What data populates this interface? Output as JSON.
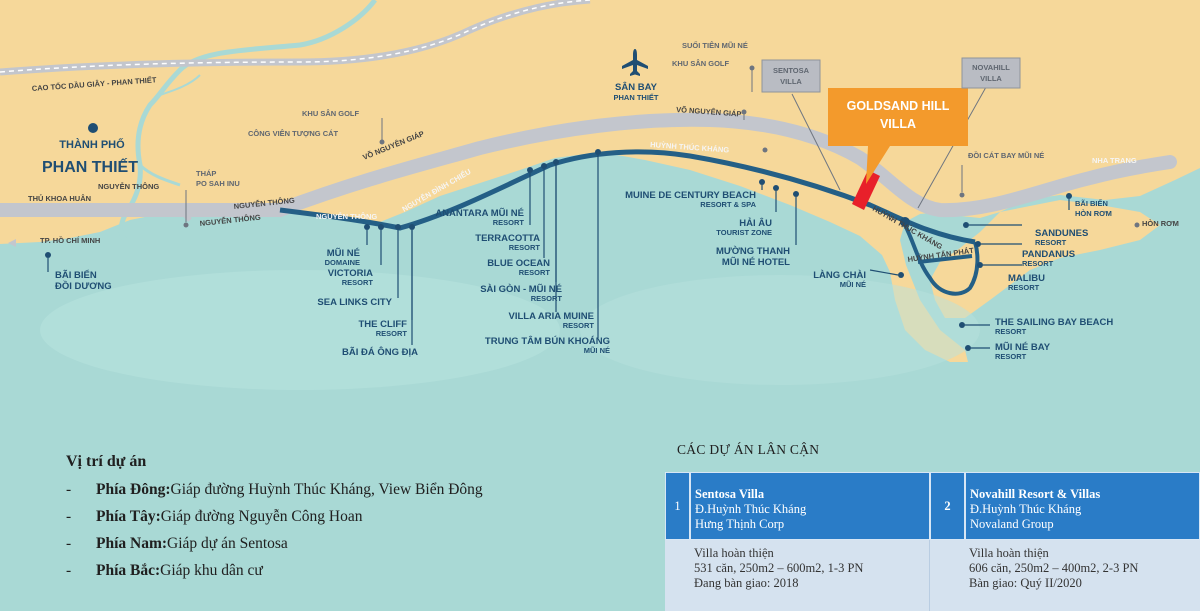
{
  "map": {
    "city": {
      "line1": "THÀNH PHỐ",
      "line2": "PHAN THIẾT"
    },
    "airport": {
      "line1": "SÂN BAY",
      "line2": "PHAN THIẾT"
    },
    "highlight": {
      "line1": "GOLDSAND HILL",
      "line2": "VILLA",
      "color": "#f39a2c"
    },
    "boxes": [
      {
        "line1": "SENTOSA",
        "line2": "VILLA"
      },
      {
        "line1": "NOVAHILL",
        "line2": "VILLA"
      }
    ],
    "roads": {
      "highway": "CAO TỐC DẦU GIÂY - PHAN THIẾT",
      "vo_nguyen_giap_1": "VÕ NGUYÊN GIÁP",
      "vo_nguyen_giap_2": "VÕ NGUYÊN GIÁP",
      "nguyen_thong_1": "NGUYỄN THÔNG",
      "nguyen_thong_2": "NGUYỄN THÔNG",
      "nguyen_thong_3": "NGUYỄN THÔNG",
      "nguyen_thong_4": "NGUYỄN THÔNG",
      "nguyen_dinh_chieu": "NGUYỄN ĐÌNH CHIỂU",
      "huynh_thuc_khang_1": "HUỲNH THÚC KHÁNG",
      "huynh_thuc_khang_2": "HUỲNH THÚC KHÁNG",
      "huynh_tan_phat": "HUỲNH TẤN PHÁT",
      "thu_khoa_huan": "THỦ KHOA HUÂN",
      "tp_hcm": "TP. HỒ CHÍ MINH",
      "nha_trang": "NHA TRANG",
      "hon_rom": "HÒN RƠM"
    },
    "land_labels": {
      "suoi_tien": "SUỐI TIÊN MŨI NÉ",
      "khu_san_golf_e": "KHU SÂN GOLF",
      "khu_san_golf_w": "KHU SÂN GOLF",
      "cong_vien": "CÔNG VIÊN TƯỢNG CÁT",
      "thap_1": "THÁP",
      "thap_2": "PO SAH INU",
      "doi_cat": "ĐỒI CÁT BAY MŨI NÉ"
    },
    "poi": {
      "bai_bien_doi_duong_1": "BÃI BIỂN",
      "bai_bien_doi_duong_2": "ĐỒI DƯƠNG",
      "mui_ne_domaine_1": "MŨI NÉ",
      "mui_ne_domaine_2": "DOMAINE",
      "victoria_1": "VICTORIA",
      "victoria_2": "RESORT",
      "sea_links": "SEA LINKS CITY",
      "the_cliff_1": "THE CLIFF",
      "the_cliff_2": "RESORT",
      "bai_da_ong_dia": "BÃI ĐÁ ÔNG ĐỊA",
      "anantara_1": "ANANTARA MŨI NÉ",
      "anantara_2": "RESORT",
      "terracotta_1": "TERRACOTTA",
      "terracotta_2": "RESORT",
      "blue_ocean_1": "BLUE OCEAN",
      "blue_ocean_2": "RESORT",
      "saigon_muine_1": "SÀI GÒN - MŨI NÉ",
      "saigon_muine_2": "RESORT",
      "villa_aria_1": "VILLA ARIA MUINE",
      "villa_aria_2": "RESORT",
      "trung_tam_1": "TRUNG TÂM BÚN KHOÁNG",
      "trung_tam_2": "MŨI NÉ",
      "muine_de_century_1": "MUINE DE CENTURY BEACH",
      "muine_de_century_2": "RESORT & SPA",
      "hai_au_1": "HẢI ÂU",
      "hai_au_2": "TOURIST ZONE",
      "muong_thanh_1": "MƯỜNG THANH",
      "muong_thanh_2": "MŨI NÉ HOTEL",
      "lang_chai_1": "LÀNG CHÀI",
      "lang_chai_2": "MŨI NÉ",
      "sandunes_1": "SANDUNES",
      "sandunes_2": "RESORT",
      "pandanus_1": "PANDANUS",
      "pandanus_2": "RESORT",
      "malibu_1": "MALIBU",
      "malibu_2": "RESORT",
      "sailing_bay_1": "THE SAILING BAY BEACH",
      "sailing_bay_2": "RESORT",
      "mui_ne_bay_1": "MŨI NÉ BAY",
      "mui_ne_bay_2": "RESORT",
      "bai_bien_hon_rom_1": "BÃI BIỂN",
      "bai_bien_hon_rom_2": "HÒN RƠM"
    },
    "colors": {
      "sand": "#f6d89a",
      "sea": "#a9d9d5",
      "coast_road": "#245f86",
      "main_road": "#c3c6cd",
      "marker": "#1f4e73"
    }
  },
  "location": {
    "title": "Vị trí dự án",
    "items": [
      {
        "key": "Phía Đông:",
        "text": " Giáp đường Huỳnh Thúc Kháng, View Biển Đông"
      },
      {
        "key": "Phía Tây:",
        "text": " Giáp đường Nguyễn Công Hoan"
      },
      {
        "key": "Phía Nam:",
        "text": " Giáp dự án Sentosa"
      },
      {
        "key": "Phía Bắc:",
        "text": " Giáp khu dân cư"
      }
    ]
  },
  "nearby": {
    "title": "CÁC DỰ ÁN LÂN CẬN",
    "projects": [
      {
        "no": "1",
        "name": "Sentosa Villa",
        "street": "Đ.Huỳnh Thúc Kháng",
        "developer": "Hưng Thịnh Corp",
        "type": "Villa hoàn thiện",
        "detail": "531 căn, 250m2 – 600m2, 1-3 PN",
        "handover": "Đang bàn giao: 2018"
      },
      {
        "no": "2",
        "name": "Novahill Resort & Villas",
        "street": "Đ.Huỳnh Thúc Kháng",
        "developer": "Novaland Group",
        "type": "Villa hoàn thiện",
        "detail": "606 căn, 250m2 – 400m2, 2-3 PN",
        "handover": "Bàn giao: Quý II/2020"
      }
    ]
  }
}
